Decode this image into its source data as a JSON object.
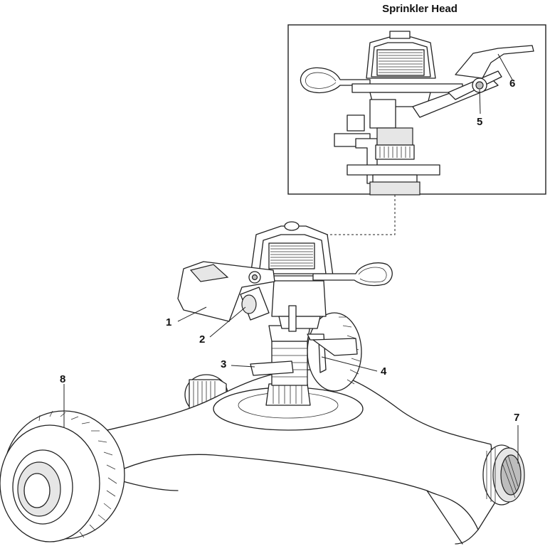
{
  "inset": {
    "title": "Sprinkler Head"
  },
  "callouts": [
    {
      "id": "1",
      "label": "1"
    },
    {
      "id": "2",
      "label": "2"
    },
    {
      "id": "3",
      "label": "3"
    },
    {
      "id": "4",
      "label": "4"
    },
    {
      "id": "5",
      "label": "5"
    },
    {
      "id": "6",
      "label": "6"
    },
    {
      "id": "7",
      "label": "7"
    },
    {
      "id": "8",
      "label": "8"
    }
  ]
}
